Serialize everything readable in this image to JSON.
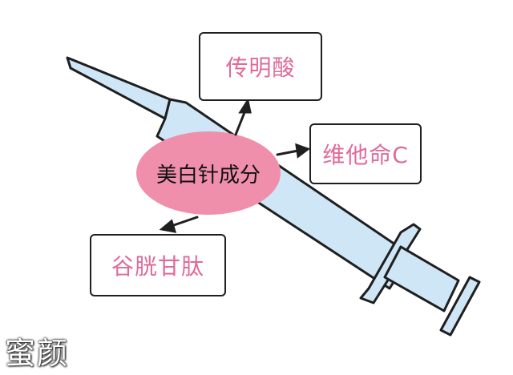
{
  "diagram": {
    "center_label": "美白针成分",
    "components": {
      "hyaluronic": "传明酸",
      "vitamin_c": "维他命C",
      "glutathione": "谷胱甘肽"
    },
    "colors": {
      "syringe_fill": "#cfe6f7",
      "ellipse_fill": "#ef8fab",
      "label_text": "#e06a9a",
      "stroke": "#1f1f1f"
    }
  },
  "watermark": "蜜颜"
}
